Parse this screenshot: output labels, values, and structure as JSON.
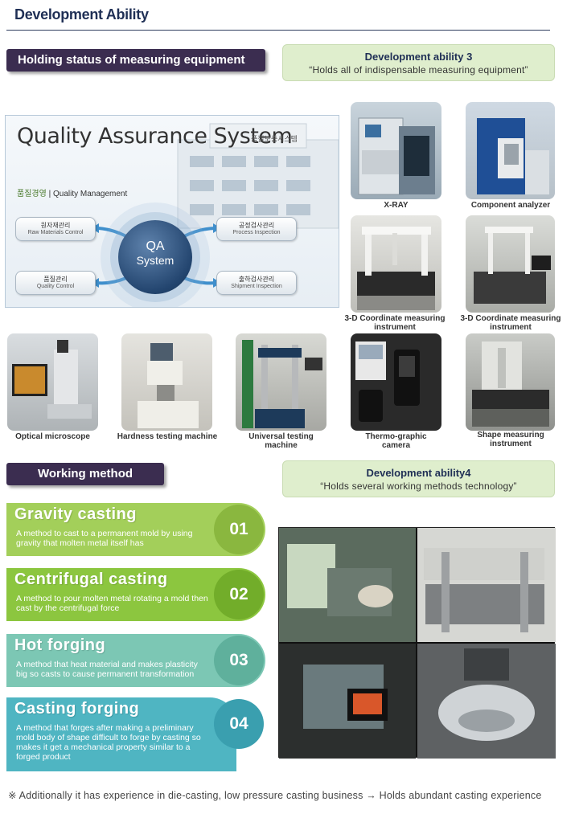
{
  "page": {
    "title": "Development Ability"
  },
  "equipment_section": {
    "badge": "Holding status of measuring equipment",
    "ability": {
      "title": "Development ability 3",
      "subtitle": "“Holds all of indispensable measuring equipment”"
    },
    "qa_panel": {
      "heading": "Quality Assurance System",
      "heading_kr": "품질보증시스템",
      "mgmt_kr": "품질경영",
      "mgmt_en": "Quality Management",
      "center_line1": "QA",
      "center_line2": "System",
      "pills": [
        {
          "kr": "원자재관리",
          "en": "Raw Materials Control"
        },
        {
          "kr": "공정검사관리",
          "en": "Process Inspection"
        },
        {
          "kr": "품질관리",
          "en": "Quality Control"
        },
        {
          "kr": "출하검사관리",
          "en": "Shipment Inspection"
        }
      ]
    },
    "captions": {
      "xray": "X-RAY",
      "component": "Component analyzer",
      "cmm1": "3-D Coordinate measuring instrument",
      "cmm2": "3-D Coordinate measuring instrument",
      "optical": "Optical microscope",
      "hardness": "Hardness testing machine",
      "universal": "Universal testing machine",
      "thermo": "Thermo-graphic camera",
      "shape": "Shape measuring instrument"
    }
  },
  "working_section": {
    "badge": "Working method",
    "ability": {
      "title": "Development ability4",
      "subtitle": "“Holds several  working methods technology”"
    },
    "methods": [
      {
        "title": "Gravity  casting",
        "desc": "A method to cast to a permanent mold by using gravity that molten metal itself has",
        "num": "01"
      },
      {
        "title": "Centrifugal  casting",
        "desc": "A method to pour molten metal rotating a mold then cast by the centrifugal force",
        "num": "02"
      },
      {
        "title": "Hot  forging",
        "desc": "A method that heat material and makes plasticity big so casts to cause permanent transformation",
        "num": "03"
      },
      {
        "title": "Casting  forging",
        "desc": "A method that forges after making a preliminary mold body of shape difficult to forge by casting so makes it get a mechanical property similar to a forged product",
        "num": "04"
      }
    ]
  },
  "colors": {
    "badge_bg": "#3b2d50",
    "ability_bg": "#dfeecd",
    "method1": "#a3cf5a",
    "method2": "#8cc63f",
    "method3": "#7cc7b4",
    "method4": "#4fb5c2"
  },
  "footnote": "※ Additionally it has experience in die-casting, low pressure casting business → Holds abundant casting experience"
}
